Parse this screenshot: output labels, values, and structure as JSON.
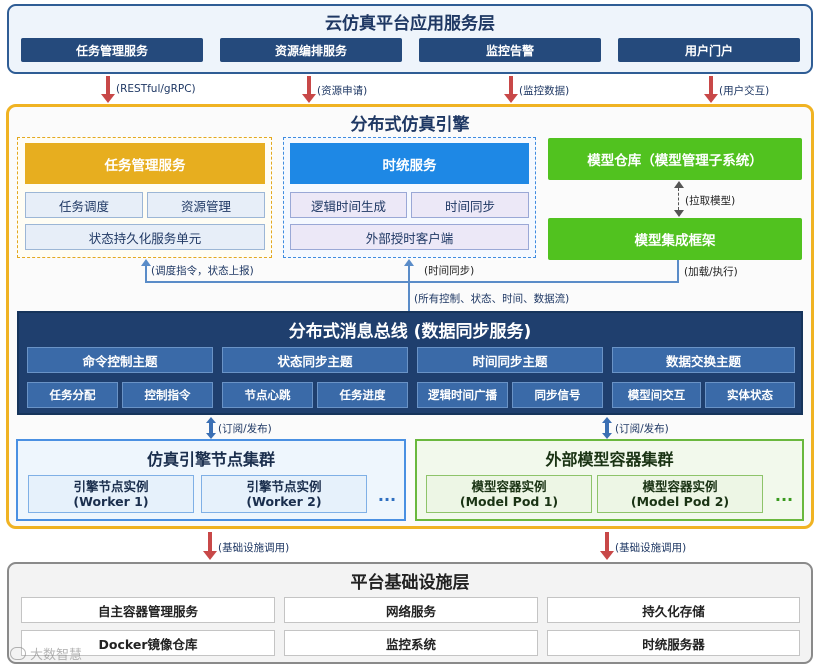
{
  "top_layer": {
    "title": "云仿真平台应用服务层",
    "services": [
      "任务管理服务",
      "资源编排服务",
      "监控告警",
      "用户门户"
    ]
  },
  "top_arrows": [
    "(RESTful/gRPC)",
    "(资源申请)",
    "(监控数据)",
    "(用户交互)"
  ],
  "engine": {
    "title": "分布式仿真引擎",
    "task_mgmt": {
      "title": "任务管理服务",
      "items": [
        "任务调度",
        "资源管理"
      ],
      "wide_item": "状态持久化服务单元"
    },
    "time_service": {
      "title": "时统服务",
      "items": [
        "逻辑时间生成",
        "时间同步"
      ],
      "wide_item": "外部授时客户端"
    },
    "model_repo": "模型仓库（模型管理子系统）",
    "pull_label": "(拉取模型)",
    "model_framework": "模型集成框架",
    "load_label": "(加载/执行)",
    "dispatch_label": "(调度指令，状态上报)",
    "time_sync_label": "(时间同步)",
    "flow_label": "(所有控制、状态、时间、数据流)",
    "bus": {
      "title": "分布式消息总线 (数据同步服务)",
      "topics": [
        {
          "name": "命令控制主题",
          "subs": [
            "任务分配",
            "控制指令"
          ]
        },
        {
          "name": "状态同步主题",
          "subs": [
            "节点心跳",
            "任务进度"
          ]
        },
        {
          "name": "时间同步主题",
          "subs": [
            "逻辑时间广播",
            "同步信号"
          ]
        },
        {
          "name": "数据交换主题",
          "subs": [
            "模型间交互",
            "实体状态"
          ]
        }
      ]
    },
    "sub_label_left": "(订阅/发布)",
    "sub_label_right": "(订阅/发布)",
    "engine_cluster": {
      "title": "仿真引擎节点集群",
      "instances": [
        {
          "line1": "引擎节点实例",
          "line2": "(Worker 1)"
        },
        {
          "line1": "引擎节点实例",
          "line2": "(Worker 2)"
        }
      ],
      "more": "..."
    },
    "model_cluster": {
      "title": "外部模型容器集群",
      "instances": [
        {
          "line1": "模型容器实例",
          "line2": "(Model Pod 1)"
        },
        {
          "line1": "模型容器实例",
          "line2": "(Model Pod 2)"
        }
      ],
      "more": "..."
    }
  },
  "bottom_arrows": [
    "(基础设施调用)",
    "(基础设施调用)"
  ],
  "bottom_layer": {
    "title": "平台基础设施层",
    "cells": [
      "自主容器管理服务",
      "网络服务",
      "持久化存储",
      "Docker镜像仓库",
      "监控系统",
      "时统服务器"
    ]
  },
  "watermark": "大数智慧",
  "colors": {
    "navy": "#254a7c",
    "gold": "#f0b323",
    "blue": "#1e88e5",
    "green": "#51c21f",
    "arrow_red": "#c84848"
  }
}
